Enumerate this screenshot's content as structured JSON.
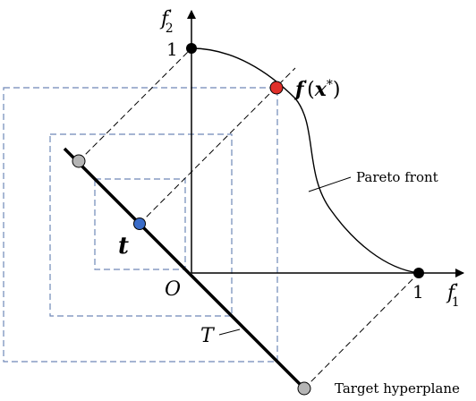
{
  "labels": {
    "y_axis": "f",
    "y_axis_prime": "′",
    "y_axis_sub": "2",
    "x_axis": "f",
    "x_axis_prime": "′",
    "x_axis_sub": "1",
    "y_one": "1",
    "x_one": "1",
    "origin": "O",
    "target_point": "t",
    "solution_f": "f",
    "solution_prime": "′",
    "solution_open": "(",
    "solution_x": "x",
    "solution_star": "*",
    "solution_close": ")",
    "pareto_front": "Pareto front",
    "line_T": "T",
    "target_hyperplane": "Target hyperplane"
  },
  "colors": {
    "axis": "#000000",
    "dashed_black": "#000000",
    "dashed_blue": "#6f88b8",
    "point_black": "#000000",
    "point_red": "#e0302a",
    "point_blue": "#3a6cc8",
    "point_gray": "#b5b5b5"
  }
}
